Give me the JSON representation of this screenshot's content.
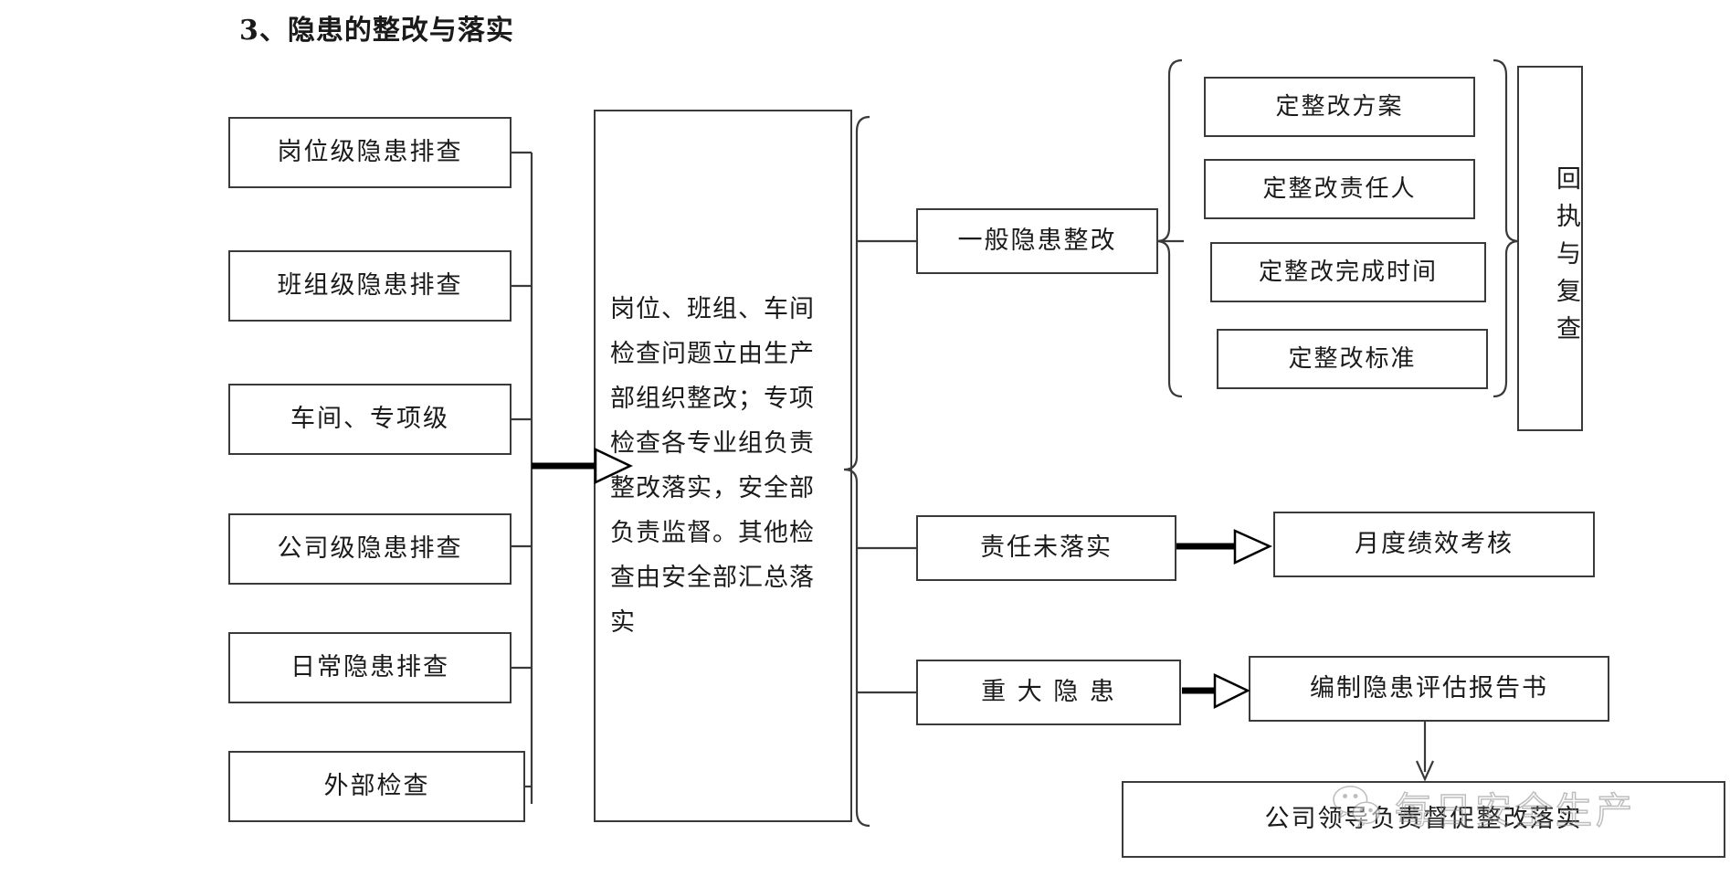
{
  "title": "3、隐患的整改与落实",
  "left_column": {
    "items": [
      {
        "label": "岗位级隐患排查"
      },
      {
        "label": "班组级隐患排查"
      },
      {
        "label": "车间、专项级"
      },
      {
        "label": "公司级隐患排查"
      },
      {
        "label": "日常隐患排查"
      },
      {
        "label": "外部检查"
      }
    ]
  },
  "center": {
    "label": "岗位、班组、车间检查问题立由生产部组织整改；专项检查各专业组负责整改落实，安全部负责监督。其他检查由安全部汇总落实"
  },
  "branches": {
    "general": {
      "label": "一般隐患整改",
      "items": [
        {
          "label": "定整改方案"
        },
        {
          "label": "定整改责任人"
        },
        {
          "label": "定整改完成时间"
        },
        {
          "label": "定整改标准"
        }
      ],
      "result": "回执与复查"
    },
    "unfulfilled": {
      "label": "责任未落实",
      "target": "月度绩效考核"
    },
    "major": {
      "label": "重 大 隐 患",
      "target": "编制隐患评估报告书",
      "final": "公司领导负责督促整改落实"
    }
  },
  "watermark": {
    "text": "每日安全生产",
    "logo": "wechat-icon"
  },
  "colors": {
    "line": "#3a3a3a",
    "text": "#1a1a1a",
    "background": "#ffffff"
  }
}
